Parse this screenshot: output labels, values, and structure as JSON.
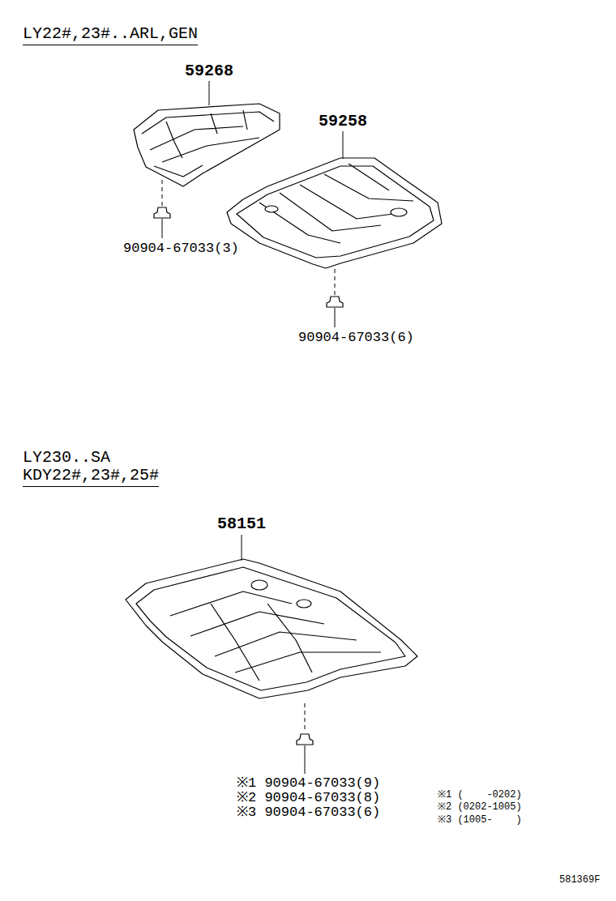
{
  "diagram": {
    "labels": [
      "LY22#,23#..ARL,GEN",
      "59268",
      "59258",
      "90904-67033(3)",
      "90904-67033(6)",
      "LY230..SA",
      "KDY22#,23#,25#",
      "58151",
      "※1 90904-67033(9)",
      "※2 90904-67033(8)",
      "※3 90904-67033(6)",
      "※1 (    -0202)",
      "※2 (0202-1005)",
      "※3 (1005-    )",
      "581369F"
    ]
  }
}
